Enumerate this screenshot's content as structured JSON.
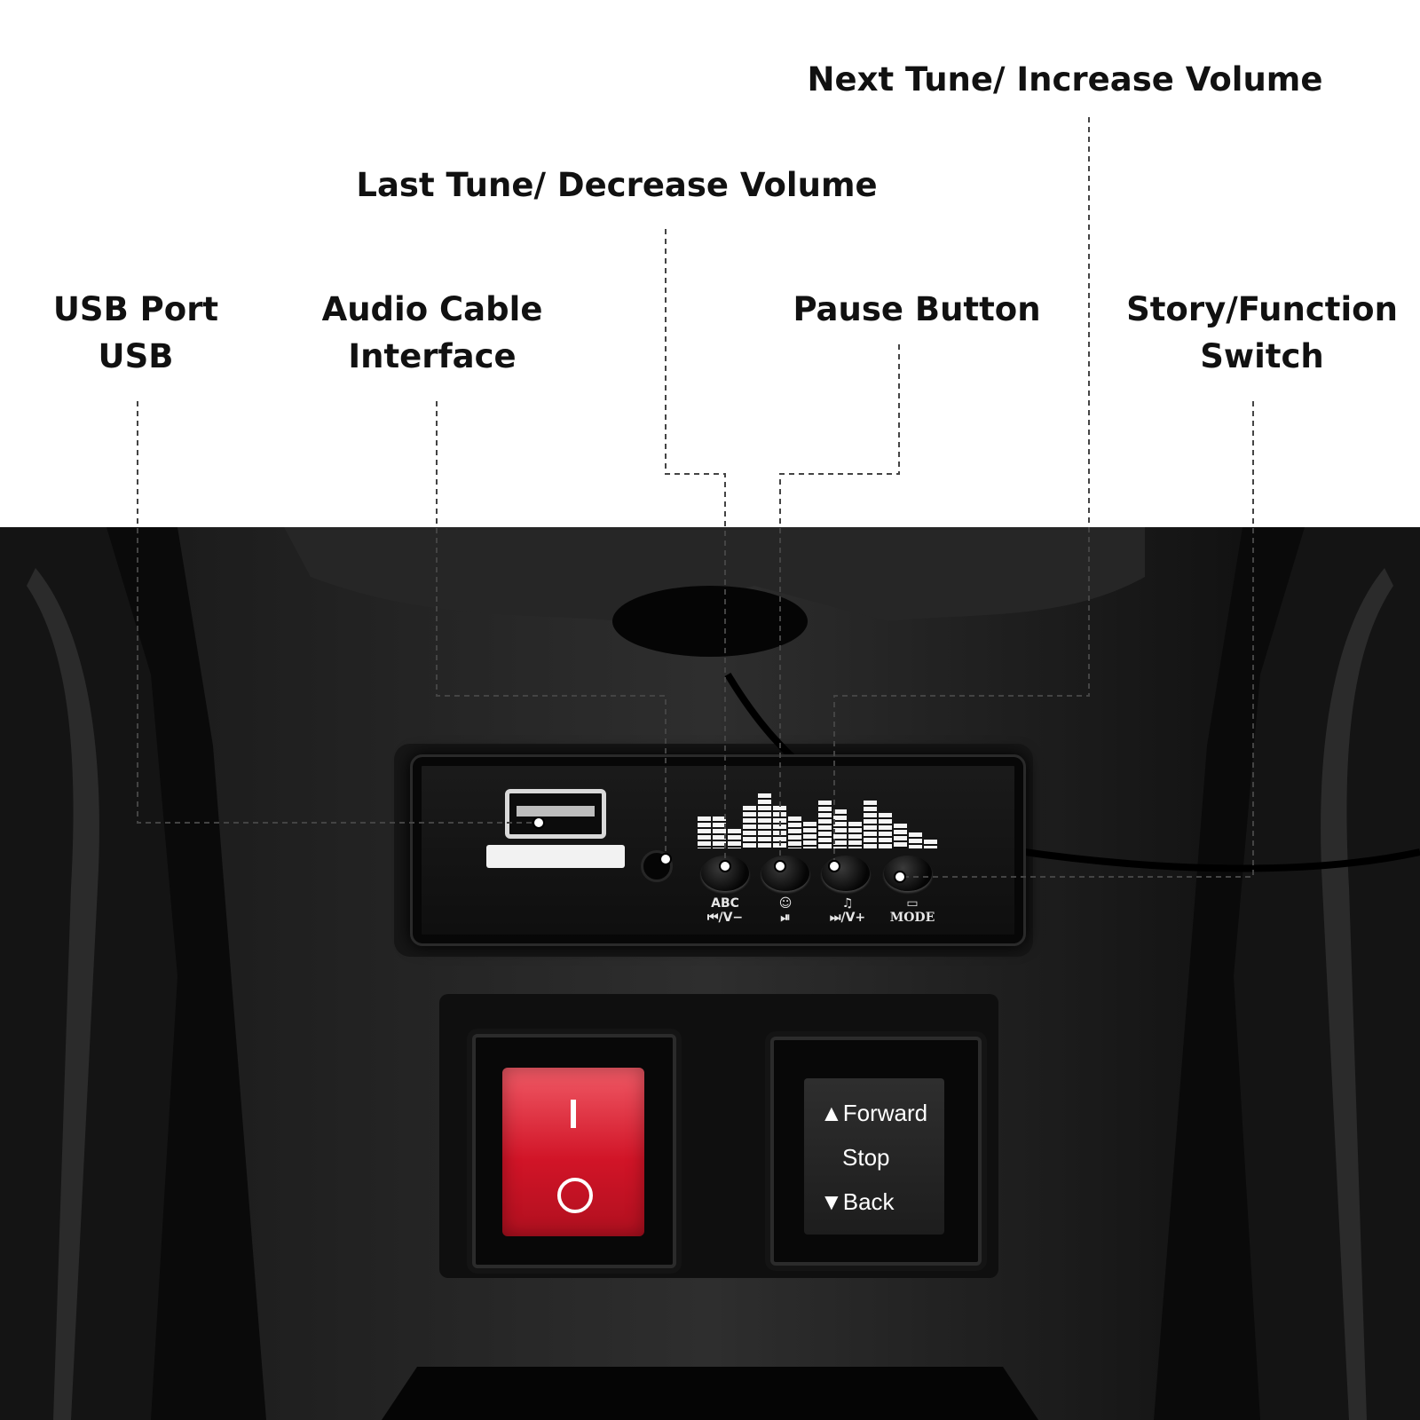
{
  "callouts": {
    "usb_line1": "USB Port",
    "usb_line2": "USB",
    "audio_line1": "Audio Cable",
    "audio_line2": "Interface",
    "last_tune": "Last Tune/ Decrease Volume",
    "next_tune": "Next Tune/ Increase Volume",
    "pause": "Pause Button",
    "story_line1": "Story/Function",
    "story_line2": "Switch"
  },
  "control_panel": {
    "btn1_label_top": "ABC",
    "btn1_label_bottom": "⏮/V−",
    "btn2_label_bottom": "⏯",
    "btn3_label_bottom": "⏭/V+",
    "btn4_label_bottom": "MODE"
  },
  "power_switch": {
    "on_mark": "I",
    "off_mark": "O",
    "color": "#d11427"
  },
  "direction_switch": {
    "forward": "Forward",
    "stop": "Stop",
    "back": "Back"
  },
  "colors": {
    "leader_line": "#333333",
    "body": "#0b0b0b",
    "panel_text": "#e6e6e6"
  }
}
